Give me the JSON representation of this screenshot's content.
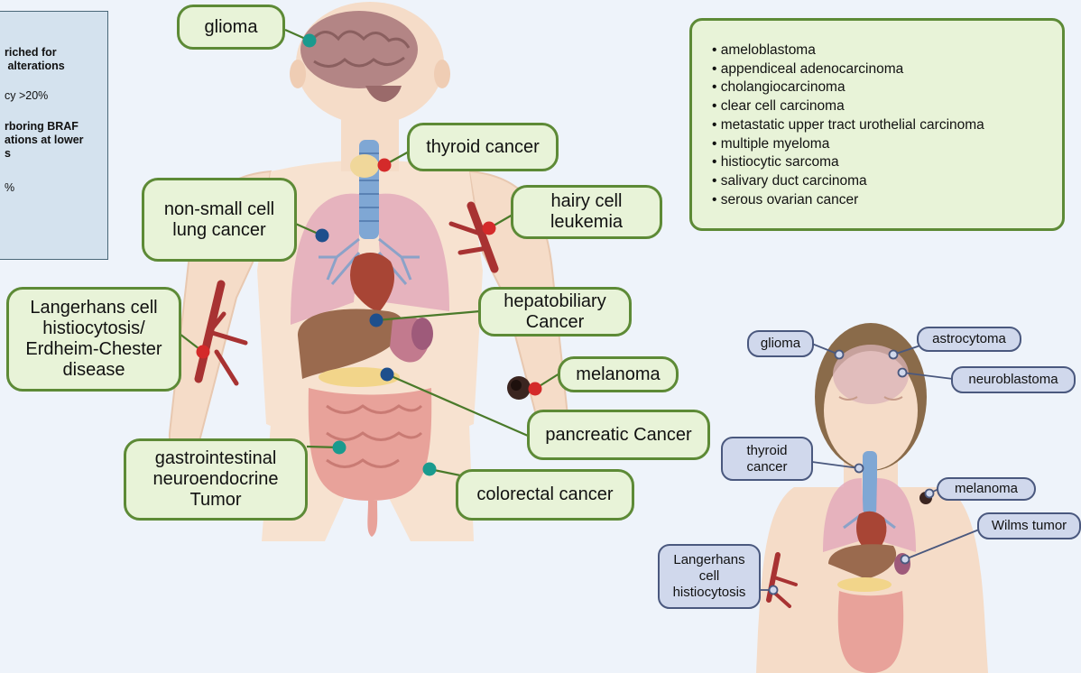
{
  "legend": {
    "line1": "riched for\n alterations",
    "line2": "cy >20%",
    "line3": "rboring BRAF\nations at lower\ns",
    "line4": "%"
  },
  "adult_labels": {
    "glioma": "glioma",
    "thyroid": "thyroid cancer",
    "nsclc": "non-small cell\nlung cancer",
    "hairy_cell": "hairy cell\nleukemia",
    "langerhans": "Langerhans cell\nhistiocytosis/\nErdheim-Chester\ndisease",
    "hepatobiliary": "hepatobiliary\nCancer",
    "melanoma": "melanoma",
    "pancreatic": "pancreatic Cancer",
    "gi_net": "gastrointestinal\nneuroendocrine\nTumor",
    "colorectal": "colorectal cancer"
  },
  "other_cancers": [
    "ameloblastoma",
    "appendiceal adenocarcinoma",
    "cholangiocarcinoma",
    "clear cell carcinoma",
    "metastatic upper tract urothelial carcinoma",
    "multiple myeloma",
    "histiocytic sarcoma",
    "salivary duct carcinoma",
    "serous ovarian cancer"
  ],
  "child_labels": {
    "glioma": "glioma",
    "astrocytoma": "astrocytoma",
    "neuroblastoma": "neuroblastoma",
    "thyroid": "thyroid\ncancer",
    "melanoma": "melanoma",
    "wilms": "Wilms tumor",
    "langerhans": "Langerhans\ncell\nhistiocytosis"
  },
  "colors": {
    "high_frequency_dot": "#1a9a8e",
    "medium_frequency_dot": "#1e4f8c",
    "low_frequency_dot": "#d42a2a",
    "adult_box_border": "#5d8a36",
    "adult_box_fill": "#e8f3d8",
    "child_box_border": "#4a587e",
    "child_box_fill": "#d0d8ec"
  }
}
